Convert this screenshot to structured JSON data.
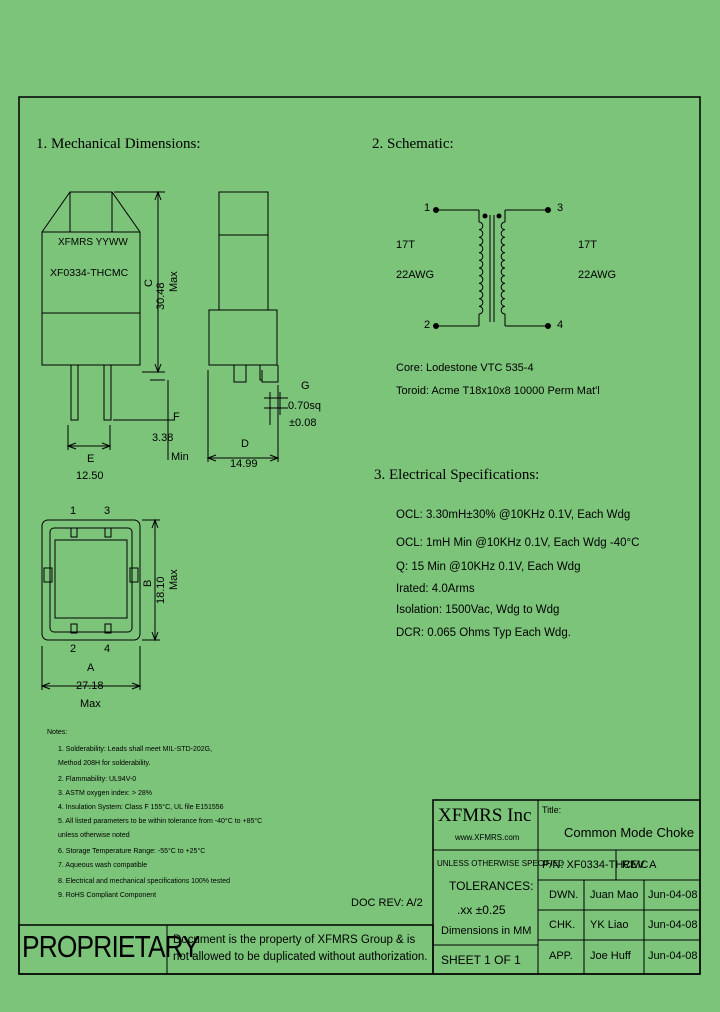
{
  "sections": {
    "mechanical": "1. Mechanical Dimensions:",
    "schematic": "2. Schematic:",
    "electrical": "3. Electrical   Specifications:"
  },
  "part_marking": {
    "line1": "XFMRS YYWW",
    "line2": "XF0334-THCMC"
  },
  "dimensions": {
    "C_letter": "C",
    "C_value": "30.48",
    "C_note": "Max",
    "F_letter": "F",
    "F_value": "3.38",
    "F_note": "Min",
    "E_letter": "E",
    "E_value": "12.50",
    "D_letter": "D",
    "D_value": "14.99",
    "G_letter": "G",
    "G_value": "0.70sq",
    "G_tol": "±0.08",
    "B_letter": "B",
    "B_value": "18.10",
    "B_note": "Max",
    "A_letter": "A",
    "A_value": "27.18",
    "A_note": "Max"
  },
  "pins": {
    "p1": "1",
    "p2": "2",
    "p3": "3",
    "p4": "4"
  },
  "schematic": {
    "pin1": "1",
    "pin2": "2",
    "pin3": "3",
    "pin4": "4",
    "left_turns": "17T",
    "left_awg": "22AWG",
    "right_turns": "17T",
    "right_awg": "22AWG",
    "core": "Core: Lodestone VTC 535-4",
    "toroid": "Toroid: Acme T18x10x8 10000 Perm Mat'l"
  },
  "electrical": [
    "OCL: 3.30mH±30% @10KHz 0.1V, Each Wdg",
    "OCL: 1mH Min @10KHz 0.1V, Each Wdg -40°C",
    "Q: 15 Min @10KHz 0.1V, Each Wdg",
    "Irated: 4.0Arms",
    "Isolation: 1500Vac, Wdg to Wdg",
    "DCR: 0.065 Ohms Typ Each Wdg."
  ],
  "notes": {
    "title": "Notes:",
    "items": [
      "1. Solderability: Leads shall meet MIL-STD-202G,",
      "    Method 208H for solderability.",
      "2. Flammability: UL94V-0",
      "3. ASTM oxygen index: > 28%",
      "4. Insulation System: Class F 155°C, UL file E151556",
      "5. All listed parameters to be within tolerance from -40°C to +85°C",
      "    unless otherwise noted",
      "6. Storage Temperature Range: -55°C to +25°C",
      "7. Aqueous wash compatible",
      "8. Electrical and mechanical specifications 100% tested",
      "9. RoHS Compliant Component"
    ]
  },
  "doc_rev": "DOC REV: A/2",
  "title_block": {
    "company": "XFMRS Inc",
    "website": "www.XFMRS.com",
    "title_label": "Title:",
    "title": "Common Mode Choke",
    "unless": "UNLESS OTHERWISE SPECIFIED",
    "tolerances": "TOLERANCES:",
    "tol_value": ".xx  ±0.25",
    "dimensions_in": "Dimensions in MM",
    "pn": "P/N: XF0334-THCMC",
    "rev": "REV. A",
    "dwn_label": "DWN.",
    "dwn_name": "Juan Mao",
    "dwn_date": "Jun-04-08",
    "chk_label": "CHK.",
    "chk_name": "YK Liao",
    "chk_date": "Jun-04-08",
    "app_label": "APP.",
    "app_name": "Joe Huff",
    "app_date": "Jun-04-08",
    "sheet": "SHEET  1  OF  1"
  },
  "proprietary": {
    "label": "PROPRIETARY",
    "line1": "Document is the property of XFMRS Group & is",
    "line2": "not allowed to be duplicated without authorization."
  }
}
